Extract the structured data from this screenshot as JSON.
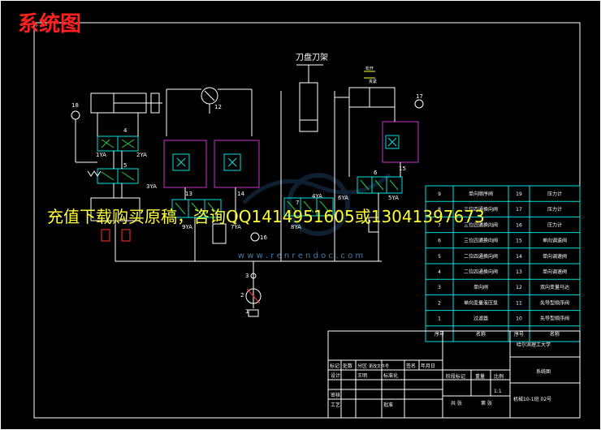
{
  "corner_title": "系统图",
  "chuck_label": "刀盘刀架",
  "clamp_label": "松开",
  "release_label": "夹紧",
  "overlay_text": "充值下载购买原稿，咨询QQ1414951605或13041397673",
  "watermark_text": "w w w . r e n r e n d o c . c o m",
  "component_labels": {
    "n1": "1",
    "n2": "2",
    "n3": "3",
    "n4": "4",
    "n5": "5",
    "n6": "6",
    "n7": "7",
    "n12": "12",
    "n13": "13",
    "n14": "14",
    "n15": "15",
    "n16": "16",
    "n17": "17",
    "n18": "18"
  },
  "solenoids": {
    "s1": "1YA",
    "s2": "2YA",
    "s3": "3YA",
    "s4": "4YA",
    "s5": "5YA",
    "s6": "6YA",
    "s7": "7YA",
    "s8": "8YA",
    "s9": "9YA"
  },
  "parts_table": {
    "rows": [
      [
        "9",
        "单向顺序阀",
        "19",
        "压力计"
      ],
      [
        "8",
        "三位四通换向阀",
        "17",
        "压力计"
      ],
      [
        "7",
        "三位四通换向阀",
        "16",
        "压力计"
      ],
      [
        "6",
        "三位四通换向阀",
        "15",
        "单向调速阀"
      ],
      [
        "5",
        "二位四通换向阀",
        "14",
        "单向调速阀"
      ],
      [
        "4",
        "二位四通换向阀",
        "13",
        "单向调速阀"
      ],
      [
        "3",
        "单向阀",
        "12",
        "双向变量马达"
      ],
      [
        "2",
        "单向变量液压泵",
        "11",
        "先导型顺序阀"
      ],
      [
        "1",
        "过滤器",
        "10",
        "先导型顺序阀"
      ]
    ],
    "header": [
      "序号",
      "名称",
      "序号",
      "名称"
    ]
  },
  "title_block": {
    "school": "哈尔滨理工大学",
    "drawing_name": "系统图",
    "col_mark": "标记",
    "col_count": "处数",
    "col_zone": "分区",
    "col_docno": "更改文件号",
    "col_sign": "签名",
    "col_date": "年月日",
    "design": "设计",
    "designer": "王明",
    "std": "标准化",
    "review": "审核",
    "process": "工艺",
    "approve": "批准",
    "stage_mark": "阶段标记",
    "weight": "重量",
    "scale": "比例",
    "scale_value": "1:1",
    "sheet_total": "共 张",
    "sheet_no": "第 张",
    "code": "机械10-1班 02号"
  }
}
